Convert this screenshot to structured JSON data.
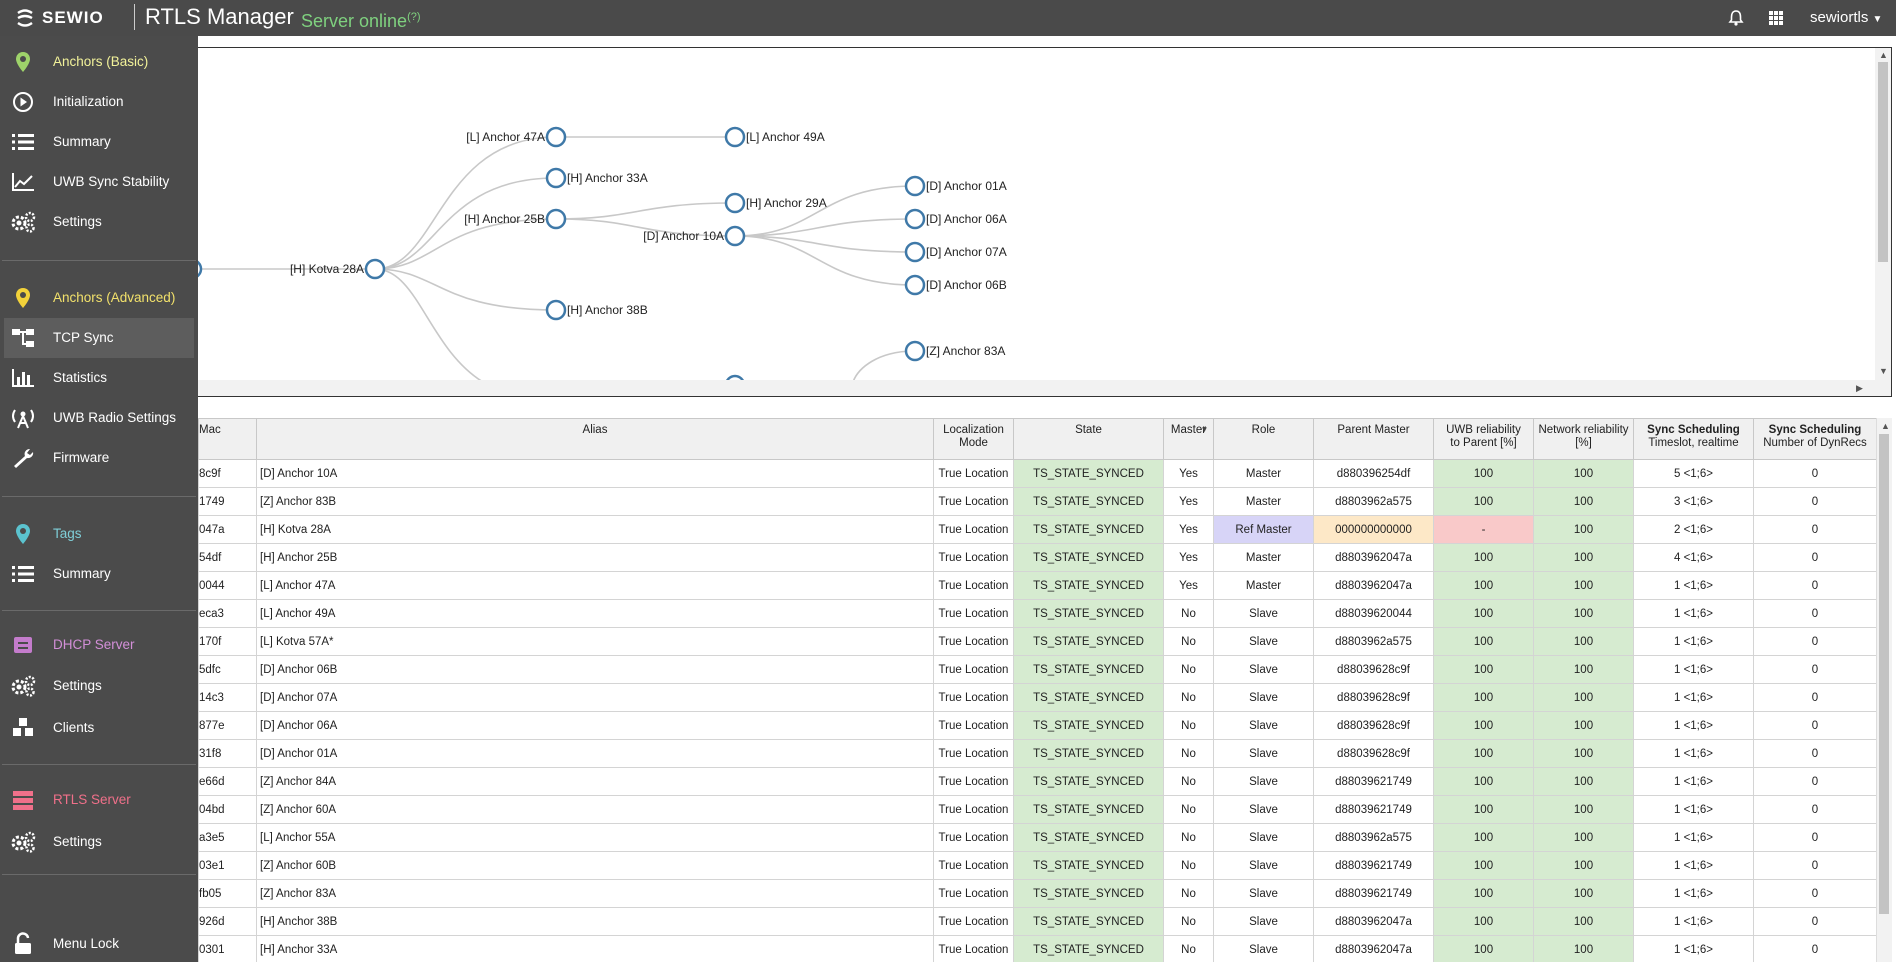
{
  "topbar": {
    "logo": "SEWIO",
    "app_title": "RTLS Manager",
    "server_status": "Server online",
    "server_status_sup": "(?)",
    "user": "sewiortls"
  },
  "sidebar": {
    "items": [
      {
        "label": "Anchors (Basic)",
        "icon": "location-pin-icon",
        "color": "#f2f29a"
      },
      {
        "label": "Initialization",
        "icon": "play-circle-icon",
        "color": "#ffffff"
      },
      {
        "label": "Summary",
        "icon": "list-icon",
        "color": "#ffffff"
      },
      {
        "label": "UWB Sync Stability",
        "icon": "line-chart-icon",
        "color": "#ffffff"
      },
      {
        "label": "Settings",
        "icon": "gears-icon",
        "color": "#ffffff"
      },
      {
        "label": "Anchors (Advanced)",
        "icon": "location-pin-icon",
        "color": "#f2e16b"
      },
      {
        "label": "TCP Sync",
        "icon": "sitemap-icon",
        "color": "#ffffff"
      },
      {
        "label": "Statistics",
        "icon": "bar-chart-icon",
        "color": "#ffffff"
      },
      {
        "label": "UWB Radio Settings",
        "icon": "antenna-icon",
        "color": "#ffffff"
      },
      {
        "label": "Firmware",
        "icon": "wrench-icon",
        "color": "#ffffff"
      },
      {
        "label": "Tags",
        "icon": "location-pin-icon",
        "color": "#7fcfd8"
      },
      {
        "label": "Summary",
        "icon": "list-icon",
        "color": "#ffffff"
      },
      {
        "label": "DHCP Server",
        "icon": "router-icon",
        "color": "#d38fd8"
      },
      {
        "label": "Settings",
        "icon": "gears-icon",
        "color": "#ffffff"
      },
      {
        "label": "Clients",
        "icon": "cubes-icon",
        "color": "#ffffff"
      },
      {
        "label": "RTLS Server",
        "icon": "server-icon",
        "color": "#f0708a"
      },
      {
        "label": "Settings",
        "icon": "gears-icon",
        "color": "#ffffff"
      },
      {
        "label": "Menu Lock",
        "icon": "unlock-icon",
        "color": "#ffffff"
      }
    ]
  },
  "tree": {
    "labels": {
      "n_kotva28a": "[H] Kotva 28A",
      "n_a47a": "[L] Anchor 47A",
      "n_a49a": "[L] Anchor 49A",
      "n_a33a": "[H] Anchor 33A",
      "n_a25b": "[H] Anchor 25B",
      "n_a29a": "[H] Anchor 29A",
      "n_a10a": "[D] Anchor 10A",
      "n_a01a": "[D] Anchor 01A",
      "n_a06a": "[D] Anchor 06A",
      "n_a07a": "[D] Anchor 07A",
      "n_a06b": "[D] Anchor 06B",
      "n_a38b": "[H] Anchor 38B",
      "n_a83a": "[Z] Anchor 83A"
    }
  },
  "table": {
    "headers": [
      {
        "l1": "Mac",
        "l2": ""
      },
      {
        "l1": "Alias",
        "l2": ""
      },
      {
        "l1": "Localization",
        "l2": "Mode"
      },
      {
        "l1": "State",
        "l2": ""
      },
      {
        "l1": "Master",
        "l2": ""
      },
      {
        "l1": "Role",
        "l2": ""
      },
      {
        "l1": "Parent Master",
        "l2": ""
      },
      {
        "l1": "UWB reliability",
        "l2": "to Parent [%]"
      },
      {
        "l1": "Network reliability",
        "l2": "[%]"
      },
      {
        "l1": "Sync Scheduling",
        "l2": "Timeslot, realtime"
      },
      {
        "l1": "Sync Scheduling",
        "l2": "Number of DynRecs"
      }
    ],
    "rows": [
      [
        "8c9f",
        "[D] Anchor 10A",
        "True Location",
        "TS_STATE_SYNCED",
        "Yes",
        "Master",
        "d880396254df",
        "100",
        "100",
        "5 <1;6>",
        "0"
      ],
      [
        "1749",
        "[Z] Anchor 83B",
        "True Location",
        "TS_STATE_SYNCED",
        "Yes",
        "Master",
        "d8803962a575",
        "100",
        "100",
        "3 <1;6>",
        "0"
      ],
      [
        "047a",
        "[H] Kotva 28A",
        "True Location",
        "TS_STATE_SYNCED",
        "Yes",
        "Ref Master",
        "000000000000",
        "-",
        "100",
        "2 <1;6>",
        "0"
      ],
      [
        "54df",
        "[H] Anchor 25B",
        "True Location",
        "TS_STATE_SYNCED",
        "Yes",
        "Master",
        "d8803962047a",
        "100",
        "100",
        "4 <1;6>",
        "0"
      ],
      [
        "0044",
        "[L] Anchor 47A",
        "True Location",
        "TS_STATE_SYNCED",
        "Yes",
        "Master",
        "d8803962047a",
        "100",
        "100",
        "1 <1;6>",
        "0"
      ],
      [
        "eca3",
        "[L] Anchor 49A",
        "True Location",
        "TS_STATE_SYNCED",
        "No",
        "Slave",
        "d88039620044",
        "100",
        "100",
        "1 <1;6>",
        "0"
      ],
      [
        "170f",
        "[L] Kotva 57A*",
        "True Location",
        "TS_STATE_SYNCED",
        "No",
        "Slave",
        "d8803962a575",
        "100",
        "100",
        "1 <1;6>",
        "0"
      ],
      [
        "5dfc",
        "[D] Anchor 06B",
        "True Location",
        "TS_STATE_SYNCED",
        "No",
        "Slave",
        "d88039628c9f",
        "100",
        "100",
        "1 <1;6>",
        "0"
      ],
      [
        "14c3",
        "[D] Anchor 07A",
        "True Location",
        "TS_STATE_SYNCED",
        "No",
        "Slave",
        "d88039628c9f",
        "100",
        "100",
        "1 <1;6>",
        "0"
      ],
      [
        "877e",
        "[D] Anchor 06A",
        "True Location",
        "TS_STATE_SYNCED",
        "No",
        "Slave",
        "d88039628c9f",
        "100",
        "100",
        "1 <1;6>",
        "0"
      ],
      [
        "31f8",
        "[D] Anchor 01A",
        "True Location",
        "TS_STATE_SYNCED",
        "No",
        "Slave",
        "d88039628c9f",
        "100",
        "100",
        "1 <1;6>",
        "0"
      ],
      [
        "e66d",
        "[Z] Anchor 84A",
        "True Location",
        "TS_STATE_SYNCED",
        "No",
        "Slave",
        "d88039621749",
        "100",
        "100",
        "1 <1;6>",
        "0"
      ],
      [
        "04bd",
        "[Z] Anchor 60A",
        "True Location",
        "TS_STATE_SYNCED",
        "No",
        "Slave",
        "d88039621749",
        "100",
        "100",
        "1 <1;6>",
        "0"
      ],
      [
        "a3e5",
        "[L] Anchor 55A",
        "True Location",
        "TS_STATE_SYNCED",
        "No",
        "Slave",
        "d8803962a575",
        "100",
        "100",
        "1 <1;6>",
        "0"
      ],
      [
        "03e1",
        "[Z] Anchor 60B",
        "True Location",
        "TS_STATE_SYNCED",
        "No",
        "Slave",
        "d88039621749",
        "100",
        "100",
        "1 <1;6>",
        "0"
      ],
      [
        "fb05",
        "[Z] Anchor 83A",
        "True Location",
        "TS_STATE_SYNCED",
        "No",
        "Slave",
        "d88039621749",
        "100",
        "100",
        "1 <1;6>",
        "0"
      ],
      [
        "926d",
        "[H] Anchor 38B",
        "True Location",
        "TS_STATE_SYNCED",
        "No",
        "Slave",
        "d8803962047a",
        "100",
        "100",
        "1 <1;6>",
        "0"
      ],
      [
        "0301",
        "[H] Anchor 33A",
        "True Location",
        "TS_STATE_SYNCED",
        "No",
        "Slave",
        "d8803962047a",
        "100",
        "100",
        "1 <1;6>",
        "0"
      ]
    ]
  },
  "colors": {
    "synced": "#d6ebd0",
    "ref_master_role": "#d7d4f7",
    "ref_parent": "#fde8c7",
    "ref_reliability": "#f9c9c9"
  }
}
